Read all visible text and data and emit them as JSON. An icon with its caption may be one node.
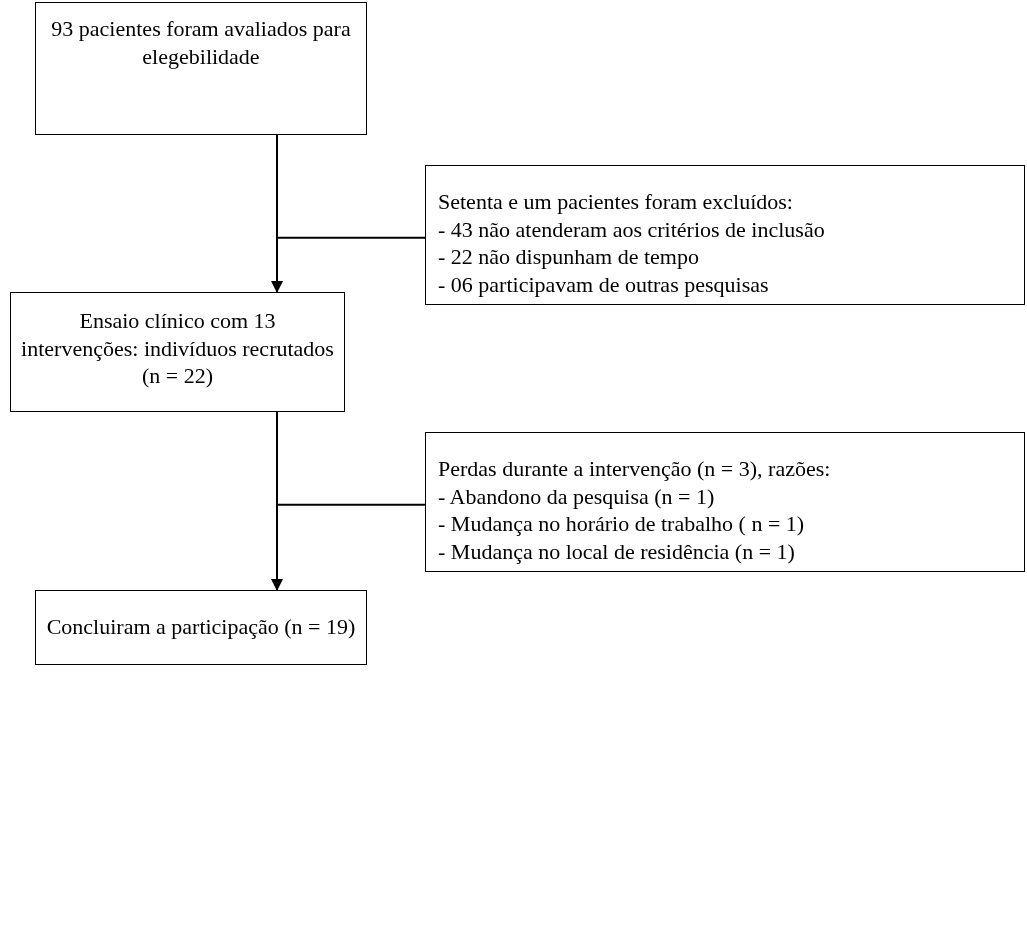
{
  "diagram": {
    "nodes": [
      {
        "text": [
          "93 pacientes foram avaliados para elegebilidade"
        ]
      },
      {
        "text": [
          "Setenta e um pacientes foram excluídos:",
          "- 43 não atenderam aos critérios de inclusão",
          "- 22 não dispunham de tempo",
          "- 06 participavam de outras pesquisas"
        ]
      },
      {
        "text": [
          "Ensaio clínico com 13 intervenções: indivíduos recrutados (n = 22)"
        ]
      },
      {
        "text": [
          "Perdas durante a intervenção (n = 3), razões:",
          "- Abandono da pesquisa (n = 1)",
          "- Mudança no horário de trabalho ( n = 1)",
          "- Mudança no local de residência (n = 1)"
        ]
      },
      {
        "text": [
          "Concluiram a participação (n = 19)"
        ]
      }
    ],
    "edges": [
      {
        "from": 0,
        "to": 2,
        "arrow": "to"
      },
      {
        "from": 0,
        "to": 1,
        "arrow": "none"
      },
      {
        "from": 2,
        "to": 4,
        "arrow": "to"
      },
      {
        "from": 2,
        "to": 3,
        "arrow": "none"
      }
    ]
  }
}
